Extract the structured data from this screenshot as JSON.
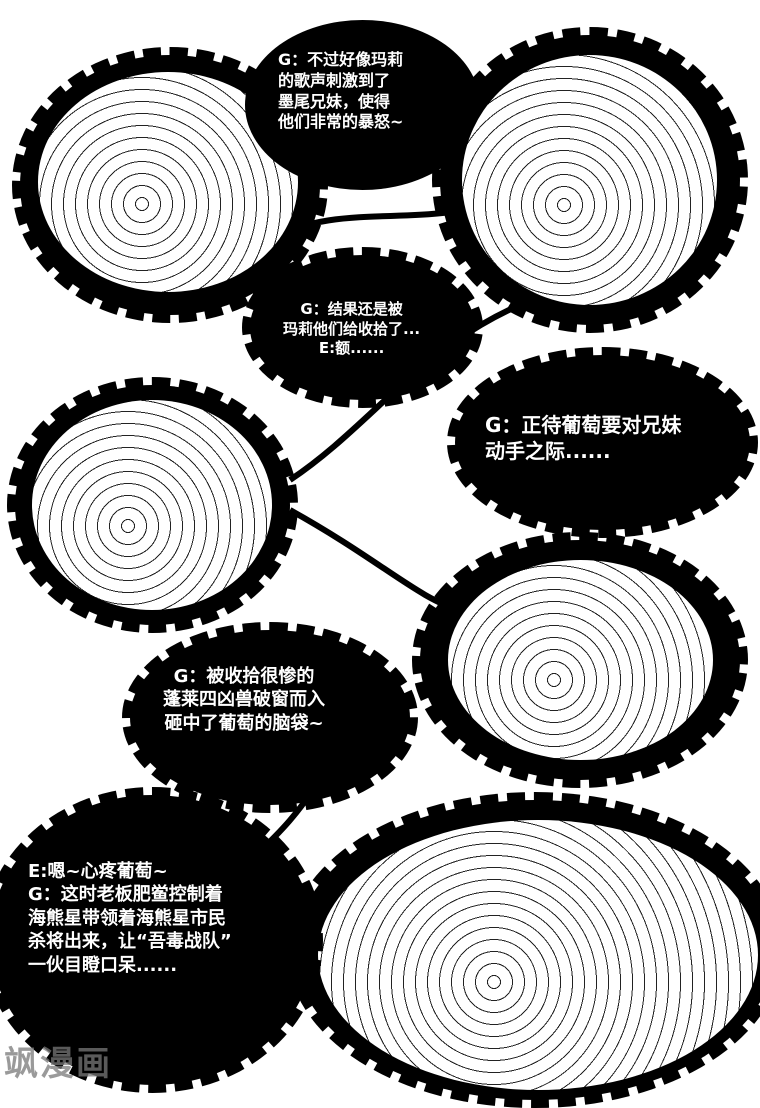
{
  "bubbles": [
    {
      "text": "G：不过好像玛莉\n的歌声刺激到了\n墨尾兄妹，使得\n他们非常的暴怒~"
    },
    {
      "text": "G：结果还是被\n玛莉他们给收拾了...\nE:额......"
    },
    {
      "text": "G：正待葡萄要对兄妹\n动手之际......"
    },
    {
      "text": "G：被收拾很惨的\n蓬莱四凶兽破窗而入\n砸中了葡萄的脑袋~"
    },
    {
      "text": "E:嗯~心疼葡萄~\nG：这时老板肥鲎控制着\n海熊星带领着海熊星市民\n杀将出来，让“吾毒战队”\n一伙目瞪口呆......"
    }
  ],
  "watermark": "飒漫画"
}
